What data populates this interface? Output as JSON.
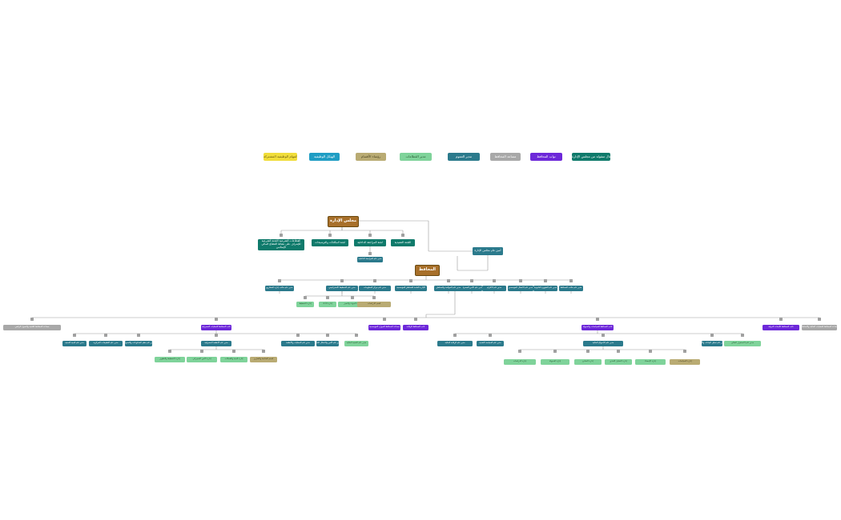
{
  "legend": [
    {
      "label": "أعمال منقولة من مجلس الإدارة",
      "color": "#0f7a6b"
    },
    {
      "label": "نواب المحافظ",
      "color": "#6d28d9"
    },
    {
      "label": "مساعد المحافظ",
      "color": "#a8a8a8"
    },
    {
      "label": "مدير العموم",
      "color": "#2b7a8c"
    },
    {
      "label": "مدير القطاعات",
      "color": "#7fd39a"
    },
    {
      "label": "رؤساء الأقسام",
      "color": "#b9ab73"
    },
    {
      "label": "الهيكل الوظيفية",
      "color": "#1f9dc4"
    },
    {
      "label": "المهام الوظيفية المشتركة",
      "color": "#f0dd3a"
    }
  ],
  "board": {
    "label": "مجلس الإدارة",
    "color": "#a8702b"
  },
  "governor": {
    "label": "المحافظ",
    "color": "#a8702b"
  },
  "board_secretary": {
    "label": "أمين عام مجلس الإدارة"
  },
  "board_committees": [
    {
      "label": "اللجنة التنفيذية"
    },
    {
      "label": "لجنة المراجعة الداخلية"
    },
    {
      "label": "لجنة المكافآت والترشيحات"
    },
    {
      "label": "القطاعات الشرعية اللجنة الشرعية للإشراف على نشاط القطاع المالي الإسلامي"
    }
  ],
  "audit_child": {
    "label": "مدير عام المراجعة الداخلية"
  },
  "gov_offices": [
    {
      "label": "مدير عام مكتب المحافظ"
    },
    {
      "label": "مدير عام الشؤون القانونية"
    },
    {
      "label": "مدير عام الاتصال المؤسسي"
    },
    {
      "label": "مدير عام الالتزام"
    },
    {
      "label": "مدير عام الأمن المصرفي"
    },
    {
      "label": "مدير عام الحوكمة والمخاطر"
    },
    {
      "label": "الإدارة العامة للمخاطر المؤسسية"
    },
    {
      "label": "مدير عام مركز المعلومات"
    },
    {
      "label": "مدير عام التخطيط الاستراتيجي"
    },
    {
      "label": "مدير عام مكتب إدارة المشاريع"
    }
  ],
  "strategy_children": [
    {
      "label": "إدارة التخطيط"
    },
    {
      "label": "إدارة الأداء"
    },
    {
      "label": "إدارة الجودة والتميز"
    },
    {
      "label": "قسم الدراسات"
    }
  ],
  "deputies": [
    {
      "label": "مساعد المحافظ للتقنية والتحول الرقمي",
      "color": "#a8a8a8"
    },
    {
      "label": "نائب المحافظ للعمليات المصرفية",
      "color": "#6d28d9"
    },
    {
      "label": "مساعد المحافظ للموارد المؤسسية",
      "color": "#6d28d9"
    },
    {
      "label": "نائب المحافظ للرقابة",
      "color": "#6d28d9"
    },
    {
      "label": "نائب المحافظ للسياسات والسيولة",
      "color": "#6d28d9"
    },
    {
      "label": "نائب المحافظ للأبحاث الدولية",
      "color": "#6d28d9"
    },
    {
      "label": "مساعد المحافظ للعمليات المالية والاستثمار",
      "color": "#a8a8a8"
    }
  ],
  "ops_children": [
    {
      "label": "مدير عام التقنية المالية"
    },
    {
      "label": "مدير عام الأمن والامتثال التقني"
    },
    {
      "label": "مدير عام العمليات والأنظمة"
    },
    {
      "label": "مدير عام الأنظمة المصرفية"
    },
    {
      "label": "مدير عام نظم المدفوعات والتسويات"
    },
    {
      "label": "مدير عام التطبيقات المركزية"
    },
    {
      "label": "مدير عام البنية التحتية"
    }
  ],
  "ops_sub": [
    {
      "label": "إدارة التخطيط والتطوير"
    },
    {
      "label": "إدارة الأمن السيبراني"
    },
    {
      "label": "إدارة البنية والشبكات"
    },
    {
      "label": "قسم المتابعة والتقارير"
    }
  ],
  "policy_children": [
    {
      "label": "مدير عام الاستقرار المالي"
    },
    {
      "label": "مدير عام تحليل البيانات والتنبؤ"
    },
    {
      "label": "مدير عام السياسة النقدية"
    },
    {
      "label": "مدير عام الرقابة البنكية"
    },
    {
      "label": "مدير عام الأسواق المالية"
    },
    {
      "label": "مدير عام البحوث الاقتصادية"
    }
  ],
  "policy_sub": [
    {
      "label": "إدارة السياسات"
    },
    {
      "label": "إدارة الإحصاء"
    },
    {
      "label": "إدارة التحليل النقدي"
    },
    {
      "label": "إدارة النماذج"
    },
    {
      "label": "إدارة السيولة"
    },
    {
      "label": "إدارة الدراسات"
    },
    {
      "label": "قسم الرصد والمتابعة"
    }
  ]
}
